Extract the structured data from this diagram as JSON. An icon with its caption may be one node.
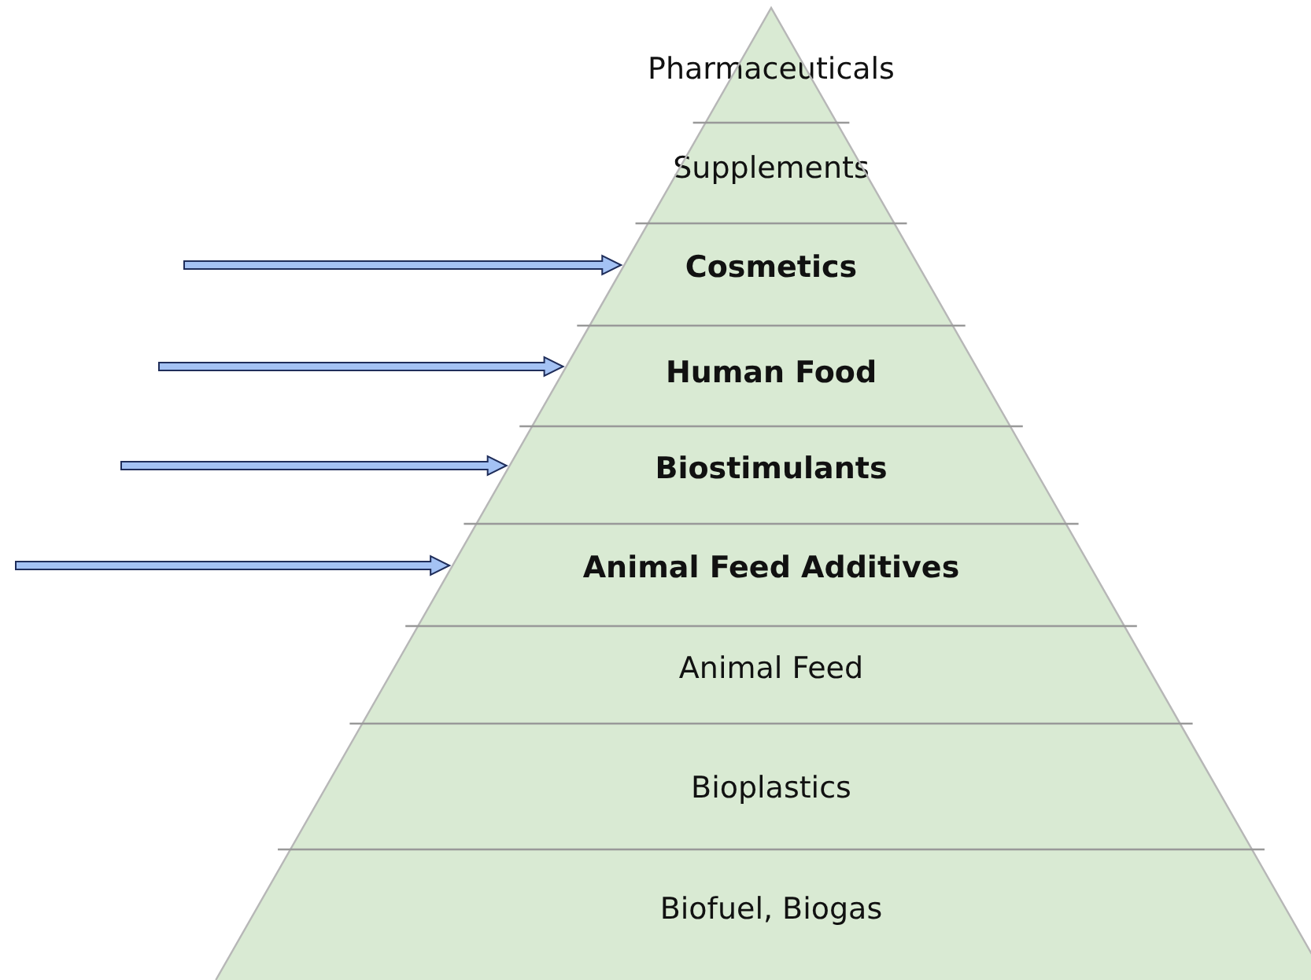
{
  "diagram": {
    "nodes": [
      {
        "text": [
          "Pharmaceuticals"
        ]
      },
      {
        "text": [
          "Supplements"
        ]
      },
      {
        "text": [
          "Cosmetics"
        ]
      },
      {
        "text": [
          "Human Food"
        ]
      },
      {
        "text": [
          "Biostimulants"
        ]
      },
      {
        "text": [
          "Animal Feed Additives"
        ]
      },
      {
        "text": [
          "Animal Feed"
        ]
      },
      {
        "text": [
          "Bioplastics"
        ]
      },
      {
        "text": [
          "Biofuel, Biogas"
        ]
      }
    ],
    "edges": [
      {
        "from": null,
        "to": 2,
        "arrow": "to"
      },
      {
        "from": null,
        "to": 3,
        "arrow": "to"
      },
      {
        "from": null,
        "to": 4,
        "arrow": "to"
      },
      {
        "from": null,
        "to": 5,
        "arrow": "to"
      }
    ]
  }
}
